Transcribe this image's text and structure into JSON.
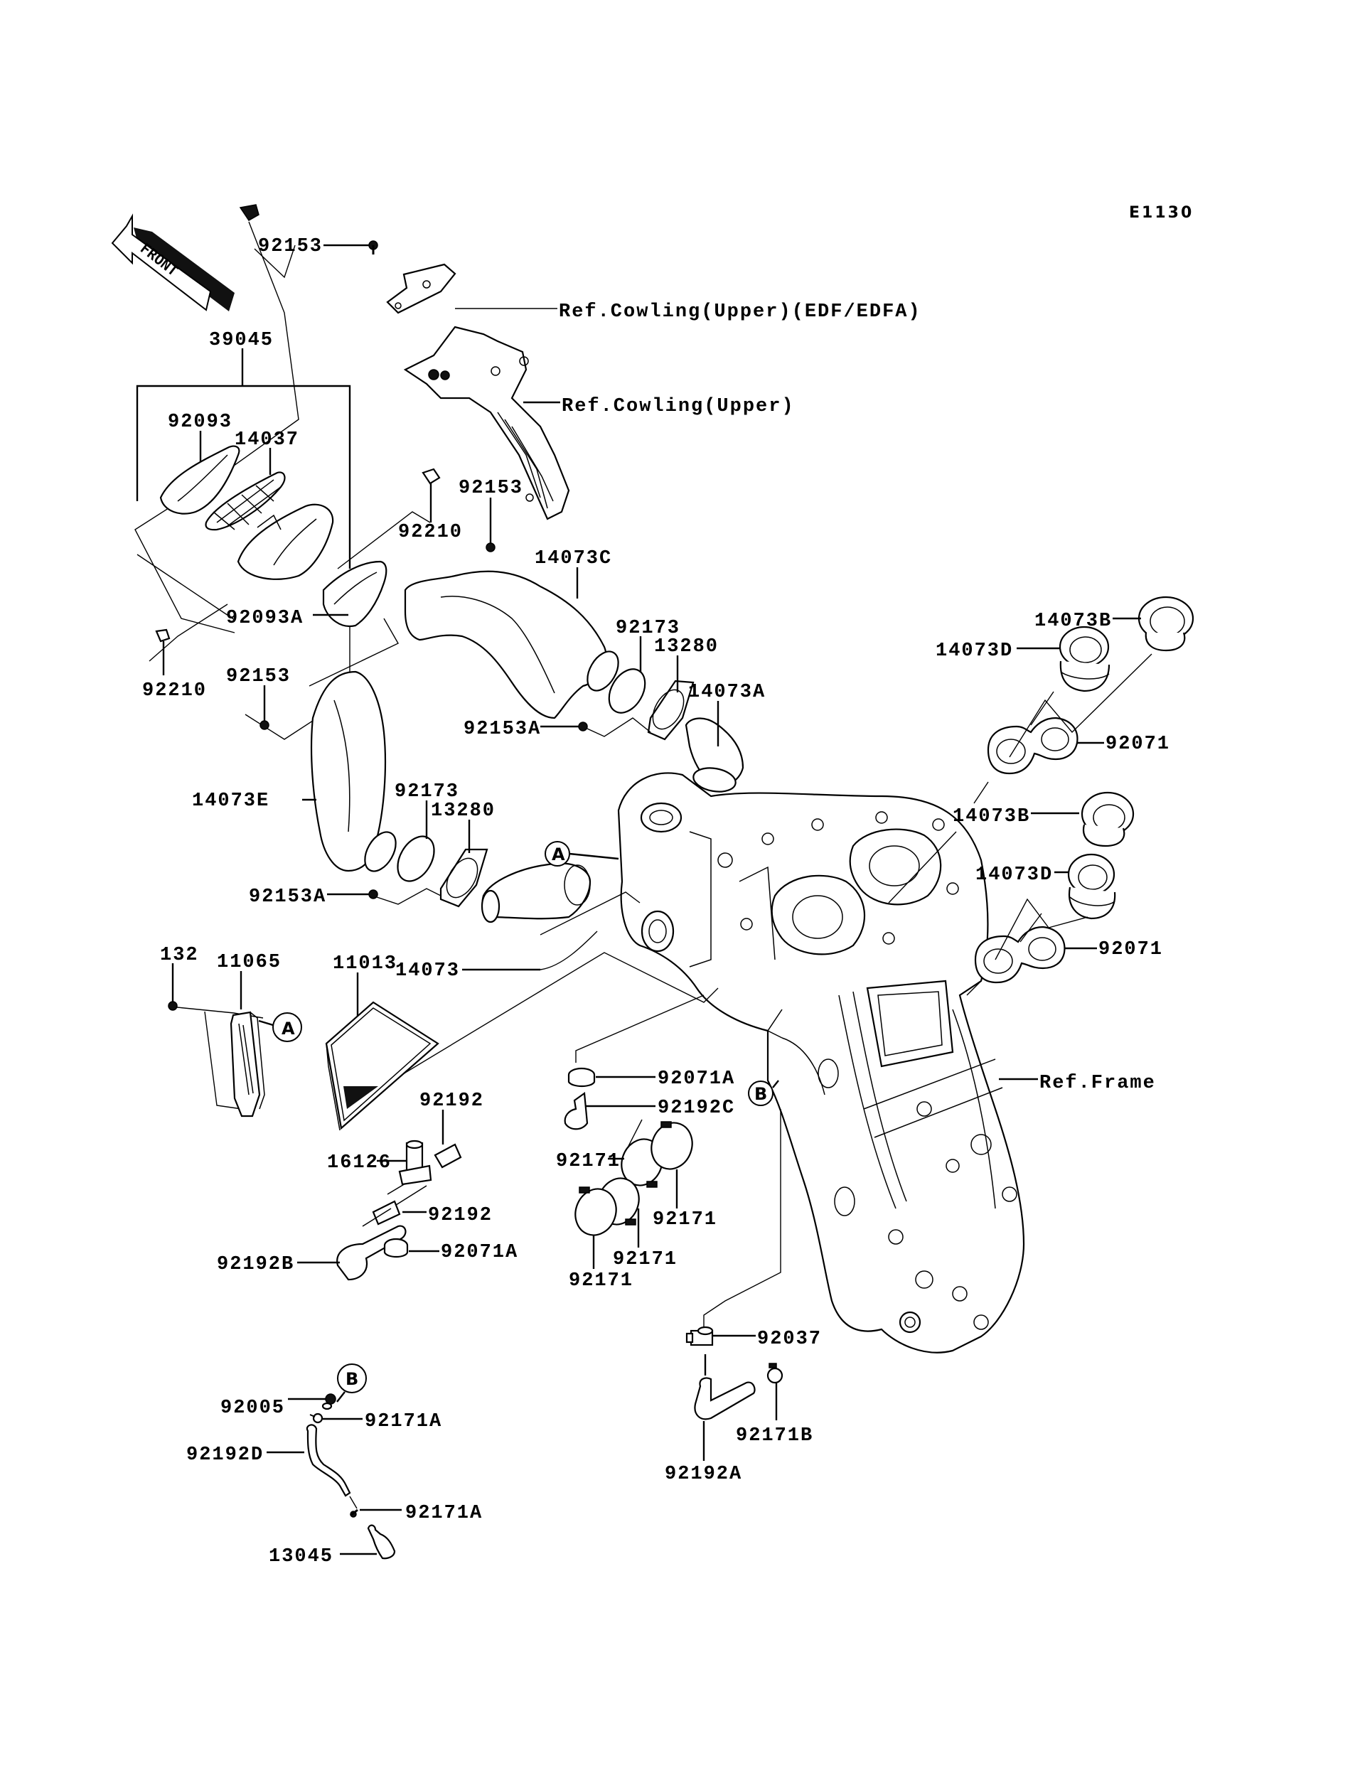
{
  "diagram": {
    "code": "E1130",
    "front_arrow": "FRONT",
    "ref_circles": {
      "a": "A",
      "b": "B"
    },
    "labels": {
      "p92153_top": "92153",
      "ref_cowling_edf": "Ref.Cowling(Upper)(EDF/EDFA)",
      "ref_cowling": "Ref.Cowling(Upper)",
      "p39045": "39045",
      "p92093": "92093",
      "p14037": "14037",
      "p92153_mid": "92153",
      "p92210_right": "92210",
      "p14073C": "14073C",
      "p92093A": "92093A",
      "p92210_left": "92210",
      "p92173_upper": "92173",
      "p13280_upper": "13280",
      "p14073A": "14073A",
      "p92153_left": "92153",
      "p92153A_upper": "92153A",
      "p14073B_upper": "14073B",
      "p14073D_upper": "14073D",
      "p92071_upper": "92071",
      "p14073E": "14073E",
      "p92173_lower": "92173",
      "p13280_lower": "13280",
      "p92153A_lower": "92153A",
      "p14073": "14073",
      "p14073B_lower": "14073B",
      "p14073D_lower": "14073D",
      "p92071_lower": "92071",
      "p132": "132",
      "p11065": "11065",
      "p11013": "11013",
      "p92071A_upper": "92071A",
      "ref_frame": "Ref.Frame",
      "p92192_top": "92192",
      "p92192C": "92192C",
      "p16126": "16126",
      "p92171_a": "92171",
      "p92171_b": "92171",
      "p92192_mid": "92192",
      "p92171_c": "92171",
      "p92192B": "92192B",
      "p92071A_lower": "92071A",
      "p92171_d": "92171",
      "p92037": "92037",
      "p92005": "92005",
      "p92171A_upper": "92171A",
      "p92192D": "92192D",
      "p92171B": "92171B",
      "p92192A": "92192A",
      "p92171A_lower": "92171A",
      "p13045": "13045"
    }
  }
}
